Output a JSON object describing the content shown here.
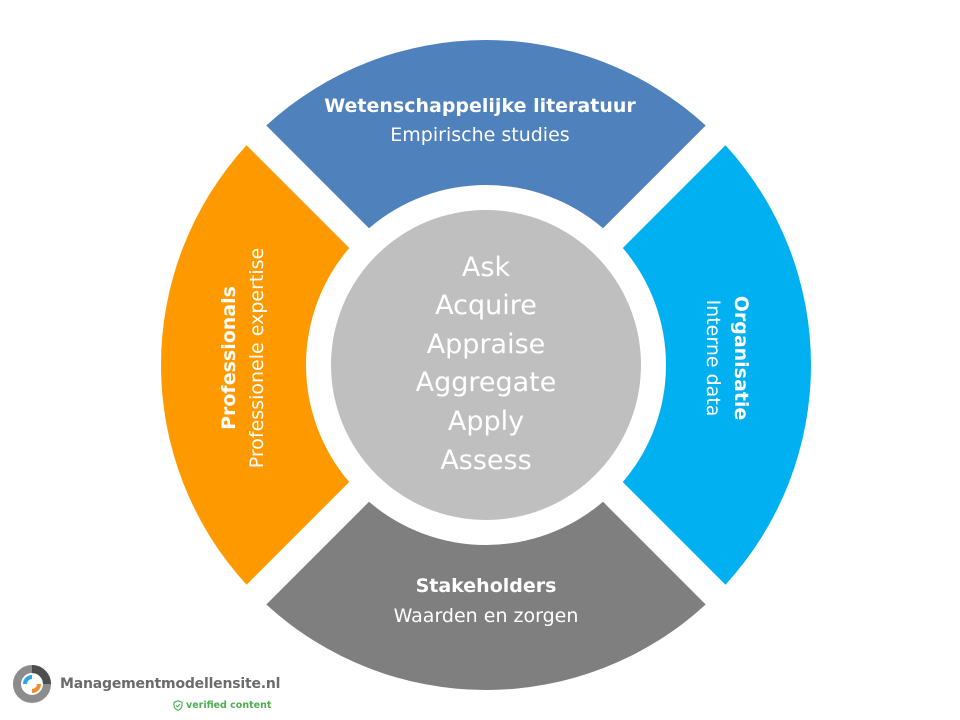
{
  "colors": {
    "top": "#4f81bd",
    "right": "#00b0f0",
    "bottom": "#7f7f7f",
    "left": "#ff9900",
    "center": "#bfbfbf"
  },
  "segments": {
    "top": {
      "title": "Wetenschappelijke literatuur",
      "subtitle": "Empirische studies"
    },
    "right": {
      "title": "Organisatie",
      "subtitle": "Interne data"
    },
    "bottom": {
      "title": "Stakeholders",
      "subtitle": "Waarden en zorgen"
    },
    "left": {
      "title": "Professionals",
      "subtitle": "Professionele expertise"
    }
  },
  "center": {
    "steps": [
      "Ask",
      "Acquire",
      "Appraise",
      "Aggregate",
      "Apply",
      "Assess"
    ]
  },
  "branding": {
    "site": "Managementmodellensite.nl",
    "verified": "verified content"
  }
}
